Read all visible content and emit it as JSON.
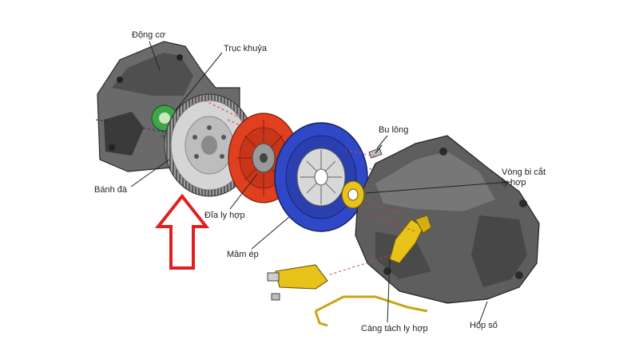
{
  "labels": {
    "engine": "Động cơ",
    "crankshaft": "Trục khuỷa",
    "flywheel": "Bánh đà",
    "clutch_disc": "Đĩa ly hợp",
    "pressure_plate": "Mâm ép",
    "bolt": "Bu lông",
    "release_bearing_line1": "Vòng bi cắt",
    "release_bearing_line2": "ly hợp",
    "release_fork": "Càng tách ly hợp",
    "gearbox": "Hộp số"
  },
  "colors": {
    "clutch_disc": "#e0401f",
    "pressure_plate": "#2f48c8",
    "bearing": "#e6c21a",
    "housing": "#4a4a4a",
    "arrow": "#e02020"
  },
  "icons": {
    "pointer": "red-up-arrow-icon"
  }
}
